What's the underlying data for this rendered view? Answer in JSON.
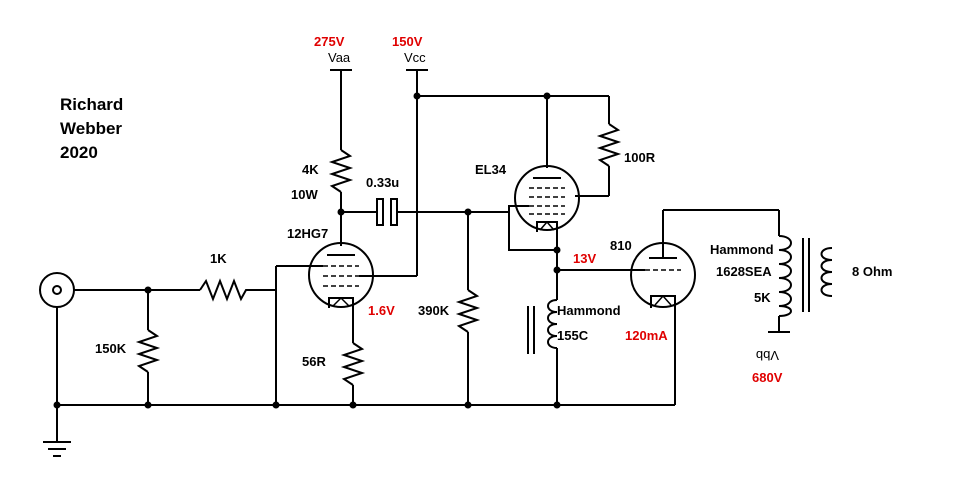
{
  "author": {
    "line1": "Richard",
    "line2": "Webber",
    "line3": "2020"
  },
  "supplies": {
    "vaa_voltage": "275V",
    "vaa_label": "Vaa",
    "vcc_voltage": "150V",
    "vcc_label": "Vcc",
    "vbb_label": "Vbb",
    "vbb_voltage": "680V"
  },
  "components": {
    "r_plate_value": "4K",
    "r_plate_power": "10W",
    "cap_coupling": "0.33u",
    "tube_driver": "12HG7",
    "r_input": "1K",
    "r_input_shunt": "150K",
    "r_cathode": "56R",
    "cathode_voltage": "1.6V",
    "r_grid": "390K",
    "tube_follower": "EL34",
    "r_100": "100R",
    "follower_voltage": "13V",
    "choke_brand": "Hammond",
    "choke_model": "155C",
    "tube_output": "810",
    "output_current": "120mA",
    "xfmr_brand": "Hammond",
    "xfmr_model": "1628SEA",
    "xfmr_primary": "5K",
    "load": "8 Ohm"
  },
  "colors": {
    "annotation_red": "#e00000",
    "wire": "#000000"
  }
}
